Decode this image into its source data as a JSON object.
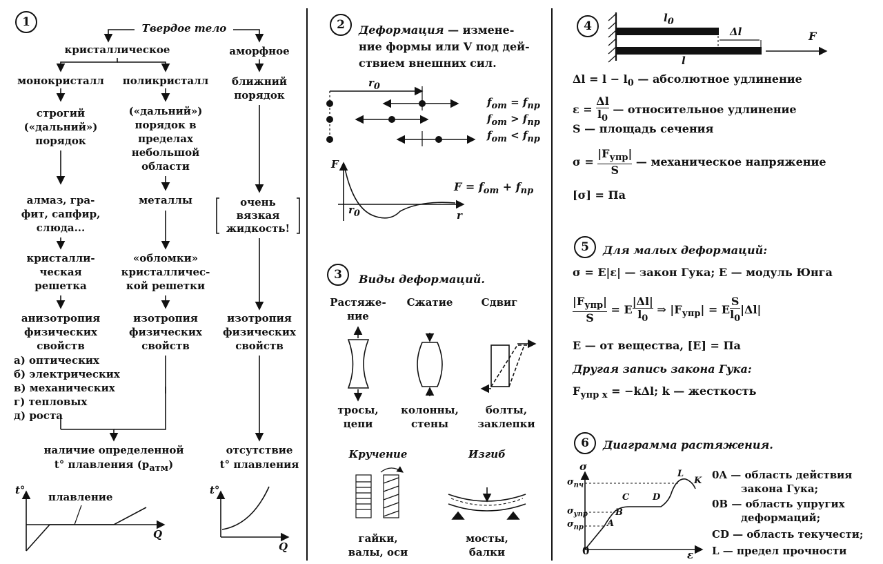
{
  "s1": {
    "num": "1",
    "title": "Твердое тело",
    "cryst": "кристаллическое",
    "amorph": "аморфное",
    "mono": "монокристалл",
    "poly": "поликристалл",
    "near1": "ближний",
    "near2": "порядок",
    "m1": "строгий",
    "m2": "(«дальний»)",
    "m3": "порядок",
    "p1": "(«дальний»)",
    "p2": "порядок в",
    "p3": "пределах",
    "p4": "небольшой",
    "p5": "области",
    "e1": "алмаз, гра-",
    "e2": "фит, сапфир,",
    "e3": "слюда...",
    "metals": "металлы",
    "v1": "очень",
    "v2": "вязкая",
    "v3": "жидкость!",
    "k1": "кристалли-",
    "k2": "ческая",
    "k3": "решетка",
    "o1": "«обломки»",
    "o2": "кристалличес-",
    "o3": "кой решетки",
    "a1": "анизотропия",
    "a2": "физических",
    "a3": "свойств",
    "i1": "изотропия",
    "i2": "физических",
    "i3": "свойств",
    "j1": "изотропия",
    "j2": "физических",
    "j3": "свойств",
    "l1": "а) оптических",
    "l2": "б) электрических",
    "l3": "в) механических",
    "l4": "г) тепловых",
    "l5": "д) роста",
    "h1": "наличие определенной",
    "h2": "t° плавления (p",
    "h2sub": "атм",
    "h2end": ")",
    "n1": "отсутствие",
    "n2": "t° плавления",
    "g_t": "t°",
    "g_q": "Q",
    "g_melt": "плавление",
    "g2_t": "t°",
    "g2_q": "Q"
  },
  "s2": {
    "num": "2",
    "l1a": "Деформация",
    "l1b": " — измене-",
    "l2": "ние формы или V под дей-",
    "l3": "ствием внешних сил.",
    "r0": "r",
    "r0s": "0",
    "f1": "f",
    "f1s": "от",
    "f1m": " = f",
    "f1e": "пр",
    "f2": "f",
    "f2s": "от",
    "f2m": " > f",
    "f2e": "пр",
    "f3": "f",
    "f3s": "от",
    "f3m": " < f",
    "f3e": "пр",
    "gF": "F",
    "gr": "r",
    "gr0": "r",
    "gr0s": "0",
    "eq": "F = f",
    "eqs1": "от",
    "eqm": " + f",
    "eqs2": "пр"
  },
  "s3": {
    "num": "3",
    "title": "Виды деформаций.",
    "c1a": "Растяже-",
    "c1b": "ние",
    "c2": "Сжатие",
    "c3": "Сдвиг",
    "u1a": "тросы,",
    "u1b": "цепи",
    "u2a": "колонны,",
    "u2b": "стены",
    "u3a": "болты,",
    "u3b": "заклепки",
    "tw": "Кручение",
    "bd": "Изгиб",
    "u4a": "гайки,",
    "u4b": "валы, оси",
    "u5a": "мосты,",
    "u5b": "балки"
  },
  "s4": {
    "num": "4",
    "l0": "l",
    "l0s": "0",
    "dl": "Δl",
    "l": "l",
    "F": "F",
    "r1": "Δl = l − l",
    "r1s": "0",
    "r1e": " — абсолютное удлинение",
    "r2": "ε = ",
    "r2n": "Δl",
    "r2d": "l",
    "r2ds": "0",
    "r2e": " — относительное удлинение",
    "r3": "S — площадь сечения",
    "r4": "σ = ",
    "r4n": "|F",
    "r4ns": "упр",
    "r4ne": "|",
    "r4d": "S",
    "r4e": " — механическое напряжение",
    "r5": "[σ] = Па"
  },
  "s5": {
    "num": "5",
    "title": "Для малых деформаций:",
    "r1": "σ = E|ε| — закон Гука; E — модуль Юнга",
    "fn": "|F",
    "fns": "упр",
    "fne": "|",
    "fd": "S",
    "eqm": " = E",
    "fn2": "|Δl|",
    "fd2": "l",
    "fd2s": "0",
    "impl": " ⇒ |F",
    "impls": "упр",
    "imple": "| = E",
    "fn3": "S",
    "fd3": "l",
    "fd3s": "0",
    "end": "|Δl|",
    "r3": "E — от вещества, [E] = Па",
    "r4": "Другая запись закона Гука:",
    "r5": "F",
    "r5s": "упр x",
    "r5e": " = −kΔl;  k — жесткость"
  },
  "s6": {
    "num": "6",
    "title": "Диаграмма растяжения.",
    "sig": "σ",
    "eps": "ε",
    "zero": "0",
    "spch": "σ",
    "spchs": "пч",
    "supr": "σ",
    "suprs": "упр",
    "spr": "σ",
    "sprs": "пр",
    "A": "A",
    "B": "B",
    "C": "C",
    "D": "D",
    "L": "L",
    "K": "K",
    "d1": "0A — область действия",
    "d1b": "закона Гука;",
    "d2": "0B — область упругих",
    "d2b": "деформаций;",
    "d3": "CD — область текучести;",
    "d4": "L   — предел прочности"
  }
}
